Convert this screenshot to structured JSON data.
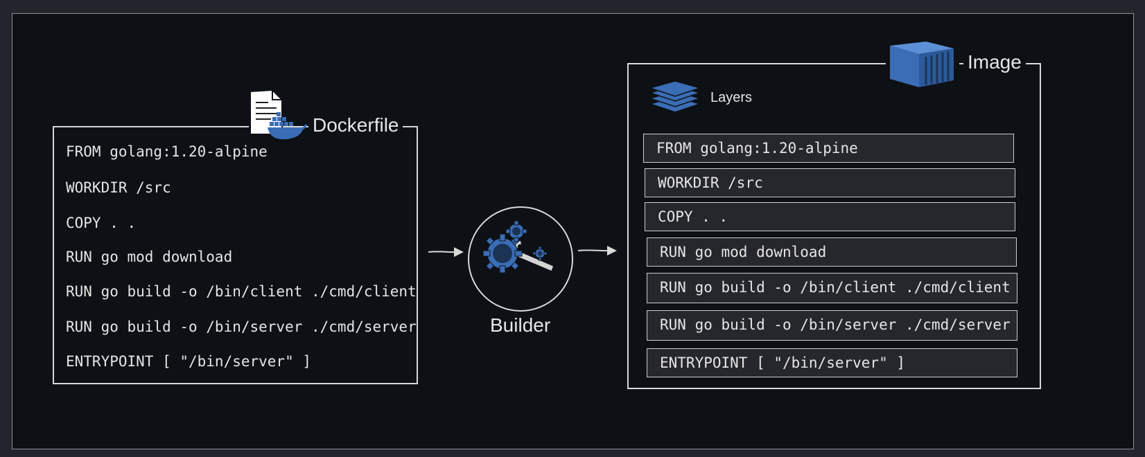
{
  "dockerfile": {
    "title": "Dockerfile",
    "lines": [
      "FROM golang:1.20-alpine",
      "WORKDIR /src",
      "COPY . .",
      "RUN go mod download",
      "RUN go build -o /bin/client ./cmd/client",
      "RUN go build -o /bin/server ./cmd/server",
      "ENTRYPOINT [ \"/bin/server\" ]"
    ]
  },
  "builder": {
    "label": "Builder"
  },
  "image": {
    "title": "Image",
    "layers_label": "Layers",
    "layers": [
      "FROM golang:1.20-alpine",
      "WORKDIR /src",
      "COPY . .",
      "RUN go mod download",
      "RUN go build -o /bin/client ./cmd/client",
      "RUN go build -o /bin/server ./cmd/server",
      "ENTRYPOINT [ \"/bin/server\" ]"
    ]
  },
  "colors": {
    "accent_blue": "#3a6db5",
    "background": "#0d1014",
    "stroke": "#d9d9d9"
  },
  "icons": [
    "document-icon",
    "docker-whale-icon",
    "gears-wrench-icon",
    "layers-stack-icon",
    "shipping-container-icon",
    "arrow-right-icon"
  ]
}
